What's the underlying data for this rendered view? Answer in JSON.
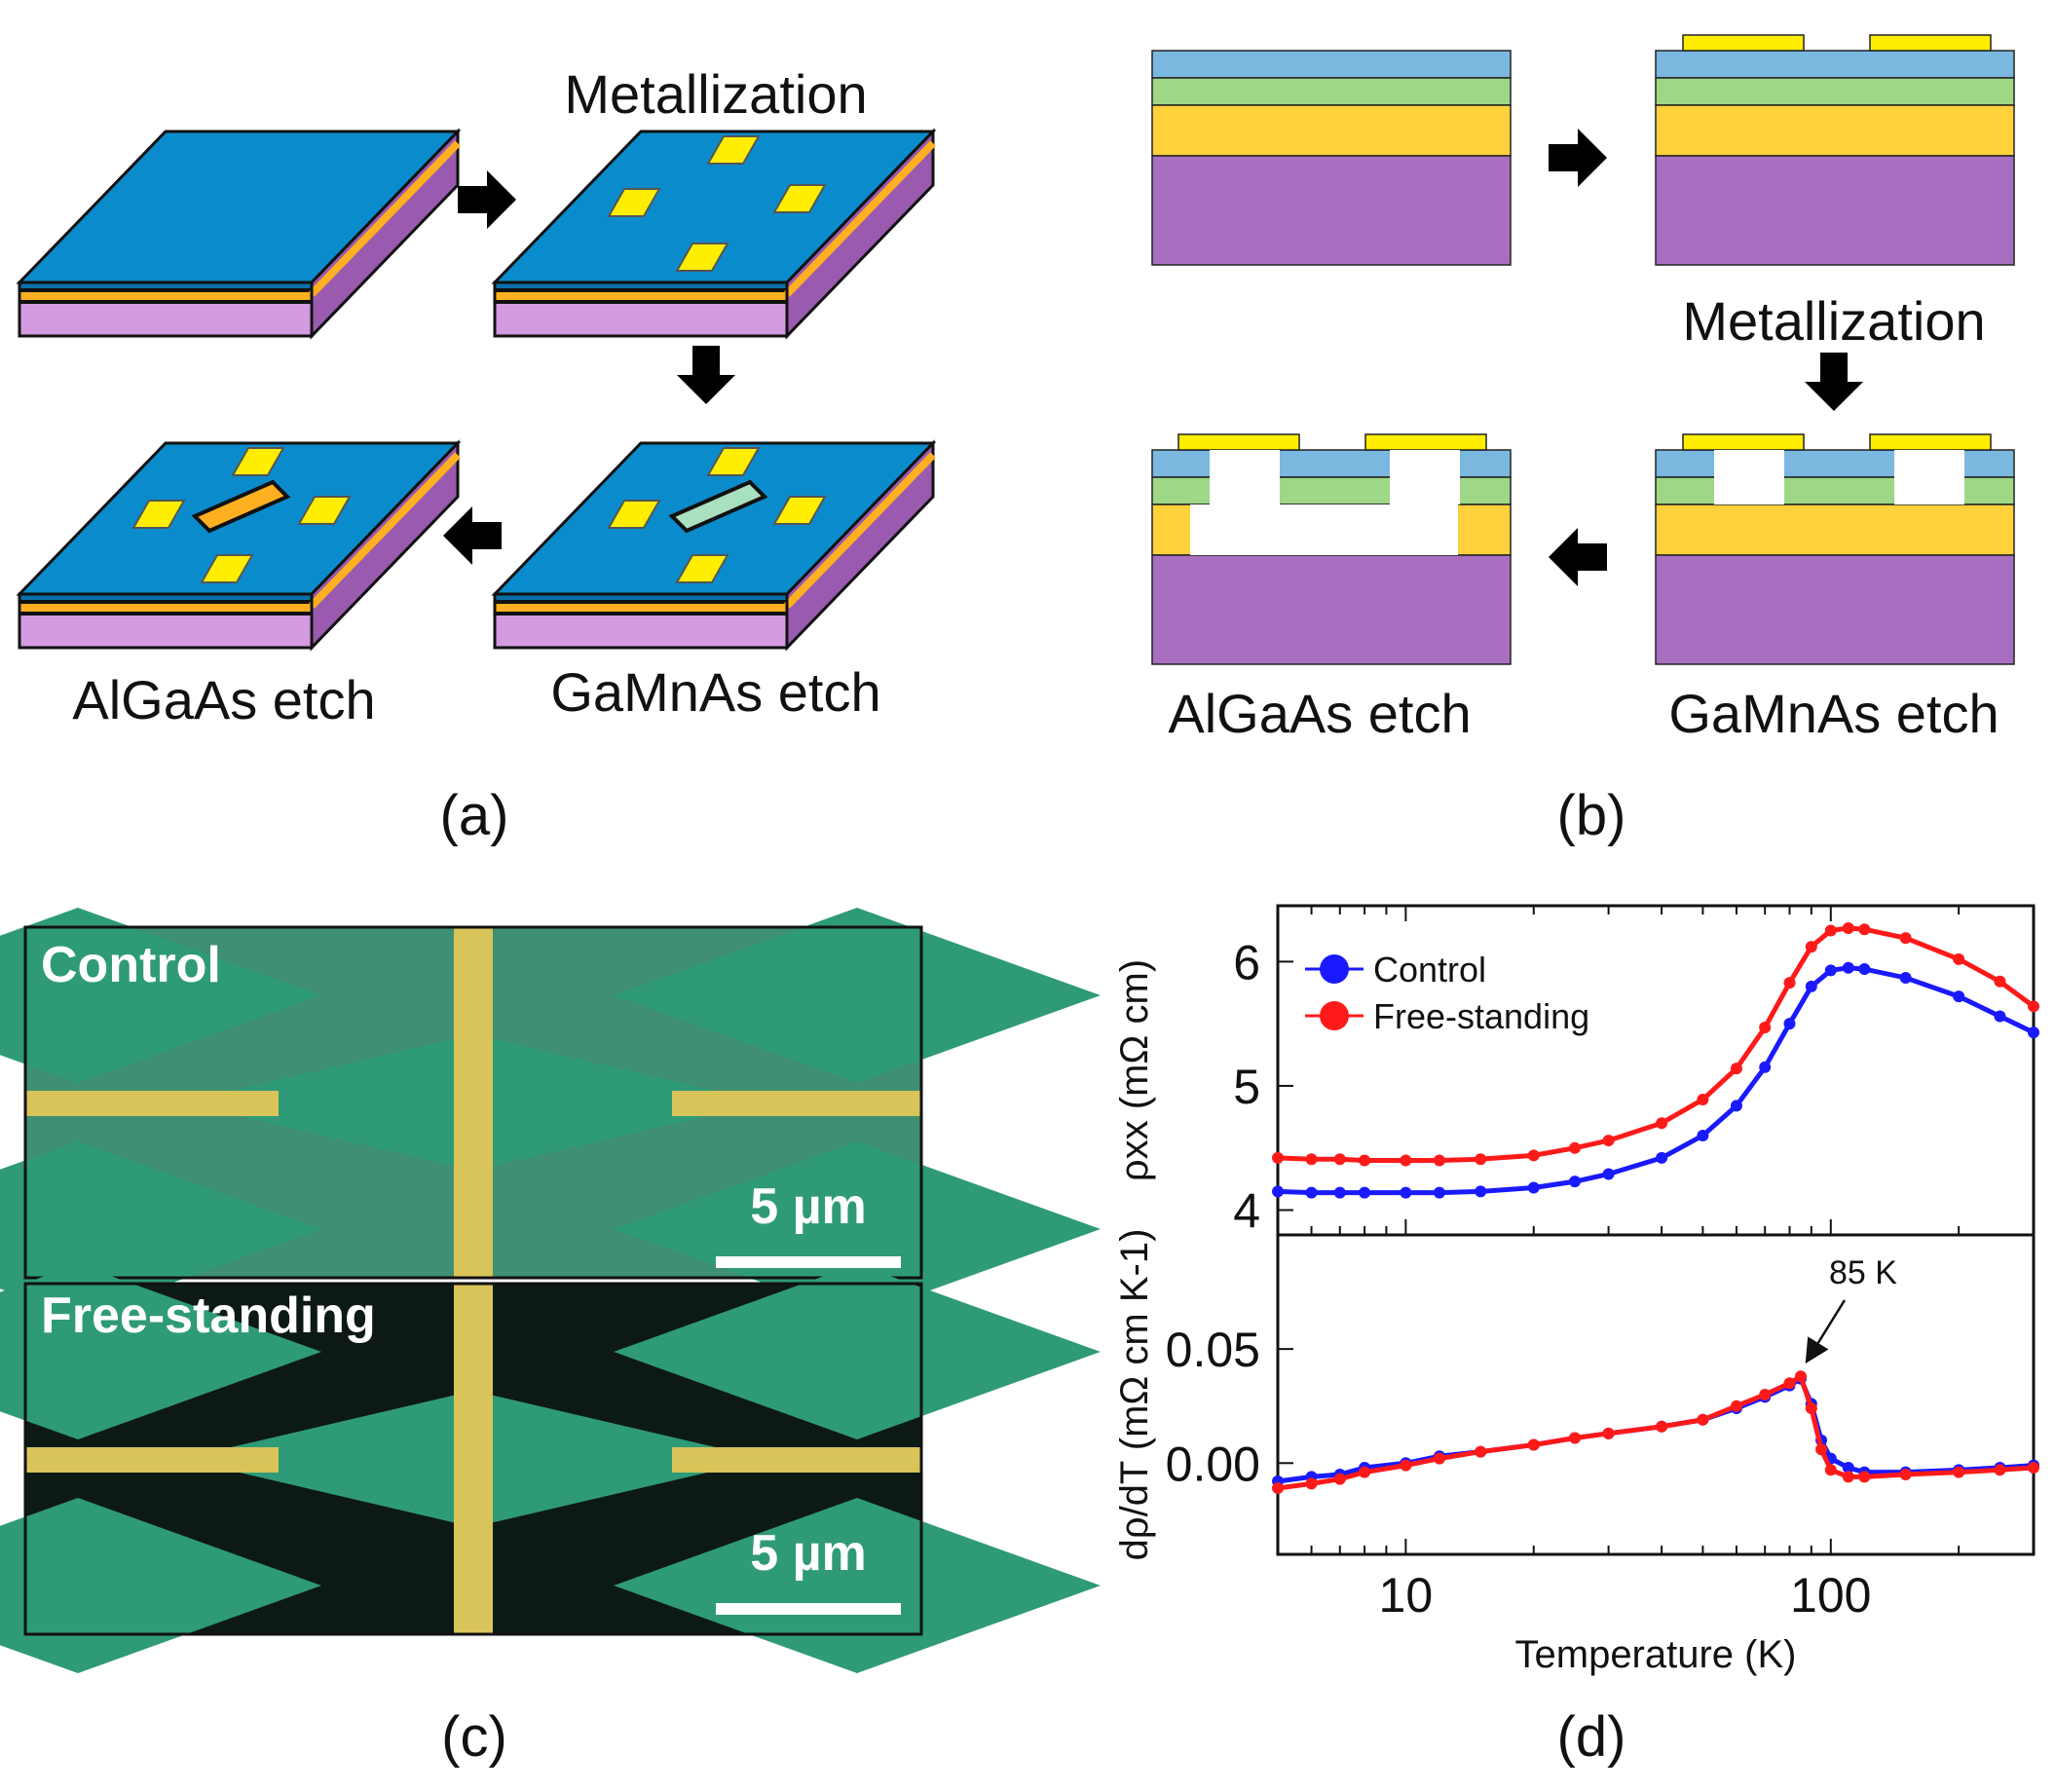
{
  "panel_a": {
    "steps": [
      "Metallization",
      "GaMnAs etch",
      "AlGaAs etch"
    ],
    "label": "(a)"
  },
  "panel_b": {
    "steps": [
      "Metallization",
      "GaMnAs etch",
      "AlGaAs etch"
    ],
    "label": "(b)"
  },
  "panel_c": {
    "top_title": "Control",
    "bottom_title": "Free-standing",
    "scale_bar": "5 µm",
    "label": "(c)"
  },
  "panel_d": {
    "label": "(d)",
    "annotation": "85 K"
  },
  "colors": {
    "control": "#1a1aff",
    "free_standing": "#ff1a1a",
    "blue_layer": "#7ab8e0",
    "green_layer": "#9ed886",
    "yellow_layer": "#ffd23c",
    "purple_layer": "#a86fc0",
    "metal": "#ffee00"
  },
  "chart_data": [
    {
      "type": "line",
      "xscale": "log",
      "xlim": [
        5,
        300
      ],
      "ylim": [
        3.8,
        6.45
      ],
      "yticks": [
        "4",
        "5",
        "6"
      ],
      "ylabel": "ρxx (mΩ cm)",
      "legend_placement": "top-left",
      "x": [
        5,
        6,
        7,
        8,
        10,
        12,
        15,
        20,
        25,
        30,
        40,
        50,
        60,
        70,
        80,
        90,
        100,
        110,
        120,
        150,
        200,
        250,
        300
      ],
      "series": [
        {
          "name": "Control",
          "values": [
            4.15,
            4.14,
            4.14,
            4.14,
            4.14,
            4.14,
            4.15,
            4.18,
            4.23,
            4.29,
            4.42,
            4.6,
            4.84,
            5.15,
            5.5,
            5.8,
            5.93,
            5.95,
            5.94,
            5.87,
            5.72,
            5.56,
            5.43
          ]
        },
        {
          "name": "Free-standing",
          "values": [
            4.42,
            4.41,
            4.41,
            4.4,
            4.4,
            4.4,
            4.41,
            4.44,
            4.5,
            4.56,
            4.7,
            4.89,
            5.14,
            5.47,
            5.83,
            6.12,
            6.25,
            6.27,
            6.26,
            6.19,
            6.02,
            5.84,
            5.64
          ]
        }
      ]
    },
    {
      "type": "line",
      "xscale": "log",
      "xlim": [
        5,
        300
      ],
      "ylim": [
        -0.04,
        0.1
      ],
      "yticks": [
        "0.00",
        "0.05"
      ],
      "xticks": [
        "10",
        "100"
      ],
      "xlabel": "Temperature (K)",
      "ylabel": "dρ/dT (mΩ cm K-1)",
      "x": [
        5,
        6,
        7,
        8,
        10,
        12,
        15,
        20,
        25,
        30,
        40,
        50,
        60,
        70,
        80,
        85,
        90,
        95,
        100,
        110,
        120,
        150,
        200,
        250,
        300
      ],
      "series": [
        {
          "name": "Control",
          "values": [
            -0.008,
            -0.006,
            -0.005,
            -0.002,
            0.0,
            0.003,
            0.005,
            0.008,
            0.011,
            0.013,
            0.016,
            0.019,
            0.024,
            0.029,
            0.034,
            0.037,
            0.026,
            0.01,
            0.002,
            -0.002,
            -0.004,
            -0.004,
            -0.003,
            -0.002,
            -0.001
          ]
        },
        {
          "name": "Free-standing",
          "values": [
            -0.011,
            -0.009,
            -0.007,
            -0.004,
            -0.001,
            0.002,
            0.005,
            0.008,
            0.011,
            0.013,
            0.016,
            0.019,
            0.025,
            0.03,
            0.035,
            0.038,
            0.024,
            0.006,
            -0.003,
            -0.006,
            -0.006,
            -0.005,
            -0.004,
            -0.003,
            -0.002
          ]
        }
      ]
    }
  ]
}
